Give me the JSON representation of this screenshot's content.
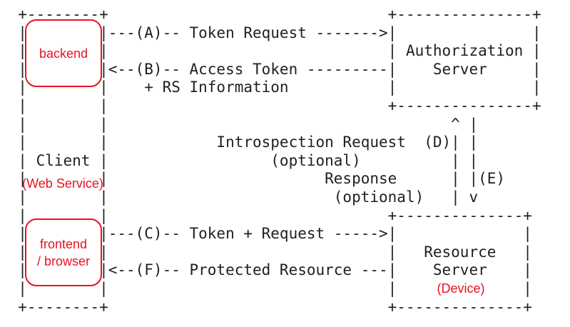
{
  "colors": {
    "annotation_red": "#e81123",
    "diagram_ink": "#1f1f1f",
    "background": "#ffffff"
  },
  "ascii_rows": [
    [
      [
        2,
        "+--------+"
      ],
      [
        43,
        "+---------------+"
      ]
    ],
    [
      [
        2,
        "|"
      ],
      [
        11,
        "|"
      ],
      [
        12,
        "---(A)-- Token Request ------->"
      ],
      [
        43,
        "|"
      ],
      [
        59,
        "|"
      ]
    ],
    [
      [
        2,
        "|"
      ],
      [
        11,
        "|"
      ],
      [
        43,
        "|"
      ],
      [
        45,
        "Authorization"
      ],
      [
        59,
        "|"
      ]
    ],
    [
      [
        2,
        "|"
      ],
      [
        11,
        "|"
      ],
      [
        12,
        "<--(B)-- Access Token ---------"
      ],
      [
        43,
        "|"
      ],
      [
        48,
        "Server"
      ],
      [
        59,
        "|"
      ]
    ],
    [
      [
        2,
        "|"
      ],
      [
        11,
        "|"
      ],
      [
        16,
        "+ RS Information"
      ],
      [
        43,
        "|"
      ],
      [
        59,
        "|"
      ]
    ],
    [
      [
        2,
        "|"
      ],
      [
        11,
        "|"
      ],
      [
        43,
        "+---------------+"
      ]
    ],
    [
      [
        2,
        "|"
      ],
      [
        11,
        "|"
      ],
      [
        50,
        "^"
      ],
      [
        52,
        "|"
      ]
    ],
    [
      [
        2,
        "|"
      ],
      [
        11,
        "|"
      ],
      [
        24,
        "Introspection Request"
      ],
      [
        47,
        "(D)"
      ],
      [
        50,
        "|"
      ],
      [
        52,
        "|"
      ]
    ],
    [
      [
        2,
        "|"
      ],
      [
        4,
        "Client"
      ],
      [
        11,
        "|"
      ],
      [
        30,
        "(optional)"
      ],
      [
        50,
        "|"
      ],
      [
        52,
        "|"
      ]
    ],
    [
      [
        2,
        "|"
      ],
      [
        11,
        "|"
      ],
      [
        36,
        "Response"
      ],
      [
        50,
        "|"
      ],
      [
        52,
        "|"
      ],
      [
        53,
        "(E)"
      ]
    ],
    [
      [
        2,
        "|"
      ],
      [
        11,
        "|"
      ],
      [
        37,
        "(optional)"
      ],
      [
        50,
        "|"
      ],
      [
        52,
        "v"
      ]
    ],
    [
      [
        2,
        "|"
      ],
      [
        11,
        "|"
      ],
      [
        43,
        "+--------------+"
      ]
    ],
    [
      [
        2,
        "|"
      ],
      [
        11,
        "|"
      ],
      [
        12,
        "---(C)-- Token + Request ----->"
      ],
      [
        43,
        "|"
      ],
      [
        58,
        "|"
      ]
    ],
    [
      [
        2,
        "|"
      ],
      [
        11,
        "|"
      ],
      [
        43,
        "|"
      ],
      [
        47,
        "Resource"
      ],
      [
        58,
        "|"
      ]
    ],
    [
      [
        2,
        "|"
      ],
      [
        11,
        "|"
      ],
      [
        12,
        "<--(F)-- Protected Resource ---"
      ],
      [
        43,
        "|"
      ],
      [
        48,
        "Server"
      ],
      [
        58,
        "|"
      ]
    ],
    [
      [
        2,
        "|"
      ],
      [
        11,
        "|"
      ],
      [
        43,
        "|"
      ],
      [
        58,
        "|"
      ]
    ],
    [
      [
        2,
        "+--------+"
      ],
      [
        43,
        "+--------------+"
      ]
    ]
  ],
  "entities": {
    "client": "Client",
    "authorization_server": "Authorization Server",
    "resource_server": "Resource Server"
  },
  "flows": [
    {
      "step": "(A)",
      "text": "Token Request",
      "from": "Client",
      "to": "Authorization Server"
    },
    {
      "step": "(B)",
      "text": "Access Token + RS Information",
      "from": "Authorization Server",
      "to": "Client"
    },
    {
      "step": "(C)",
      "text": "Token + Request",
      "from": "Client",
      "to": "Resource Server"
    },
    {
      "step": "(D)",
      "text": "Introspection Request (optional)",
      "from": "Resource Server",
      "to": "Authorization Server"
    },
    {
      "step": "(E)",
      "text": "Response (optional)",
      "from": "Authorization Server",
      "to": "Resource Server"
    },
    {
      "step": "(F)",
      "text": "Protected Resource",
      "from": "Resource Server",
      "to": "Client"
    }
  ],
  "annotations": {
    "backend": "backend",
    "frontend_line1": "frontend",
    "frontend_line2": "/ browser",
    "web_service": "(Web Service)",
    "device": "(Device)"
  }
}
